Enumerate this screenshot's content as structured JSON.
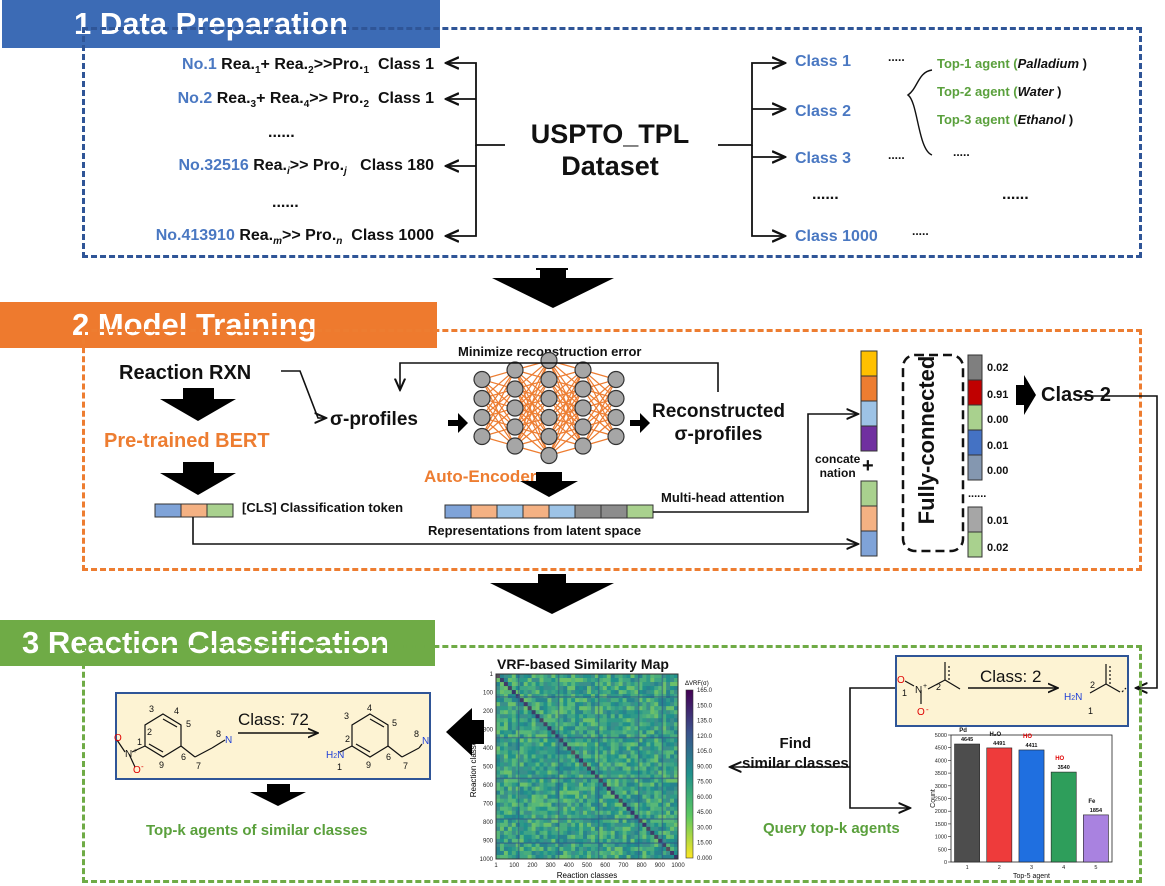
{
  "section1": {
    "title": "1 Data Preparation",
    "reactions": [
      {
        "no": "No.1",
        "eq_a": "Rea.",
        "sub_a": "1",
        "eq_b": "+ Rea.",
        "sub_b": "2",
        "eq_c": ">>Pro.",
        "sub_c": "1",
        "cls": "Class 1"
      },
      {
        "no": "No.2",
        "eq_a": "Rea.",
        "sub_a": "3",
        "eq_b": "+ Rea.",
        "sub_b": "4",
        "eq_c": ">> Pro.",
        "sub_c": "2",
        "cls": "Class 1"
      },
      {
        "no": "No.32516",
        "eq_a": "Rea.",
        "sub_a": "i",
        "eq_c": ">> Pro.",
        "sub_c": "j",
        "cls": "Class 180"
      },
      {
        "no": "No.413910",
        "eq_a": "Rea.",
        "sub_a": "m",
        "eq_c": ">> Pro.",
        "sub_c": "n",
        "cls": "Class 1000"
      }
    ],
    "ellipsis": "......",
    "dataset_line1": "USPTO_TPL",
    "dataset_line2": "Dataset",
    "classes": [
      "Class 1",
      "Class 2",
      "Class 3",
      "Class 1000"
    ],
    "class_dots": ".....",
    "agents": [
      {
        "label": "Top-1 agent (",
        "name": "Palladium",
        "close": " )"
      },
      {
        "label": "Top-2 agent (",
        "name": "Water",
        "close": " )"
      },
      {
        "label": "Top-3 agent (",
        "name": "Ethanol",
        "close": " )"
      }
    ]
  },
  "section2": {
    "title": "2 Model Training",
    "reaction_rxn": "Reaction RXN",
    "bert": "Pre-trained BERT",
    "cls_token": "[CLS] Classification token",
    "minimize": "Minimize reconstruction error",
    "sigma": "σ-profiles",
    "recon1": "Reconstructed",
    "recon2": "σ-profiles",
    "autoencoder": "Auto-Encoder",
    "latent": "Representations from latent space",
    "mha": "Multi-head attention",
    "concat1": "concate",
    "concat2": "nation",
    "plus": "+",
    "fc": "Fully-connected",
    "probs": [
      "0.02",
      "0.91",
      "0.00",
      "0.01",
      "0.00"
    ],
    "probs_tail": [
      "0.01",
      "0.02"
    ],
    "prob_dots": "......",
    "output": "Class 2"
  },
  "section3": {
    "title": "3 Reaction Classification",
    "map_title": "VRF-based Similarity Map",
    "map_ylabel": "Reaction classes",
    "map_xlabel": "Reaction classes",
    "colorbar_title": "ΔVRF(σ)",
    "map_ticks": [
      "1",
      "100",
      "200",
      "300",
      "400",
      "500",
      "600",
      "700",
      "800",
      "900",
      "1000"
    ],
    "colorbar_ticks": [
      "165.0",
      "150.0",
      "135.0",
      "120.0",
      "105.0",
      "90.00",
      "75.00",
      "60.00",
      "45.00",
      "30.00",
      "15.00",
      "0.000"
    ],
    "class72": "Class: 72",
    "class2": "Class: 2",
    "find1": "Find",
    "find2": "similar classes",
    "topk_similar": "Top-k agents of similar classes",
    "query": "Query top-k agents",
    "atoms": {
      "n1": "1",
      "n2": "2",
      "n3": "3",
      "n4": "4",
      "n5": "5",
      "n6": "6",
      "n7": "7",
      "n8": "8",
      "n9": "9",
      "N": "N",
      "O": "O",
      "Om": "O",
      "H2N": "H",
      "sub2": "2",
      "Nplus": "N",
      "plus": "+",
      "minus": "-"
    }
  },
  "chart_data": {
    "type": "bar",
    "categories": [
      "1",
      "2",
      "3",
      "4",
      "5"
    ],
    "values": [
      4645,
      4491,
      4411,
      3540,
      1854
    ],
    "bar_labels": [
      "Pd",
      "H₂O",
      "HO",
      "HO",
      "Fe"
    ],
    "colors": [
      "#4d4d4d",
      "#ee3b3b",
      "#1f6fe0",
      "#2e9e5b",
      "#a982e0"
    ],
    "xlabel": "Top-5 agent",
    "ylabel": "Count",
    "yticks": [
      "0",
      "500",
      "1000",
      "1500",
      "2000",
      "2500",
      "3000",
      "3500",
      "4000",
      "4500",
      "5000"
    ],
    "ylim": [
      0,
      5000
    ]
  }
}
